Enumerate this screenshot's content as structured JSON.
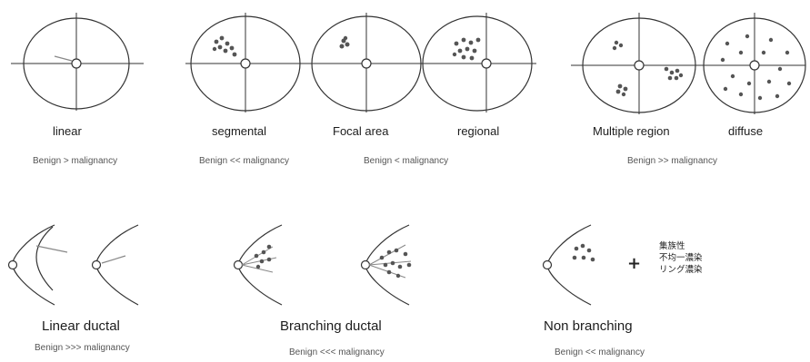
{
  "top_row": {
    "labels": {
      "linear": "linear",
      "segmental": "segmental",
      "focal_area": "Focal area",
      "regional": "regional",
      "multiple_region": "Multiple region",
      "diffuse": "diffuse"
    },
    "captions": {
      "linear": "Benign > malignancy",
      "segmental": "Benign << malignancy",
      "focal_regional": "Benign < malignancy",
      "multiple_diffuse": "Benign >> malignancy"
    }
  },
  "bottom_row": {
    "labels": {
      "linear_ductal": "Linear ductal",
      "branching_ductal": "Branching ductal",
      "non_branching": "Non branching"
    },
    "captions": {
      "linear_ductal": "Benign >>> malignancy",
      "branching_ductal": "Benign <<< malignancy",
      "non_branching": "Benign << malignancy"
    },
    "plus_sign": "+",
    "japanese_note": [
      "集族性",
      "不均一濃染",
      "リング濃染"
    ]
  },
  "colors": {
    "stroke": "#333333",
    "dot": "#555555",
    "line": "#777777"
  }
}
